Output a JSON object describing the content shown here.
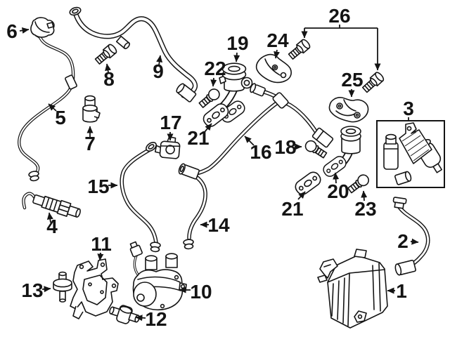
{
  "diagram": {
    "type": "exploded-parts-diagram",
    "description_visible_text_only": true,
    "colors": {
      "ink": "#141414",
      "paper": "#ffffff"
    },
    "callouts": [
      {
        "num": "1"
      },
      {
        "num": "2"
      },
      {
        "num": "3"
      },
      {
        "num": "4"
      },
      {
        "num": "5"
      },
      {
        "num": "6"
      },
      {
        "num": "7"
      },
      {
        "num": "8"
      },
      {
        "num": "9"
      },
      {
        "num": "10"
      },
      {
        "num": "11"
      },
      {
        "num": "12"
      },
      {
        "num": "13"
      },
      {
        "num": "14"
      },
      {
        "num": "15"
      },
      {
        "num": "16"
      },
      {
        "num": "17"
      },
      {
        "num": "18"
      },
      {
        "num": "19"
      },
      {
        "num": "20"
      },
      {
        "num": "21"
      },
      {
        "num": "21"
      },
      {
        "num": "22"
      },
      {
        "num": "23"
      },
      {
        "num": "24"
      },
      {
        "num": "25"
      },
      {
        "num": "26"
      }
    ]
  }
}
